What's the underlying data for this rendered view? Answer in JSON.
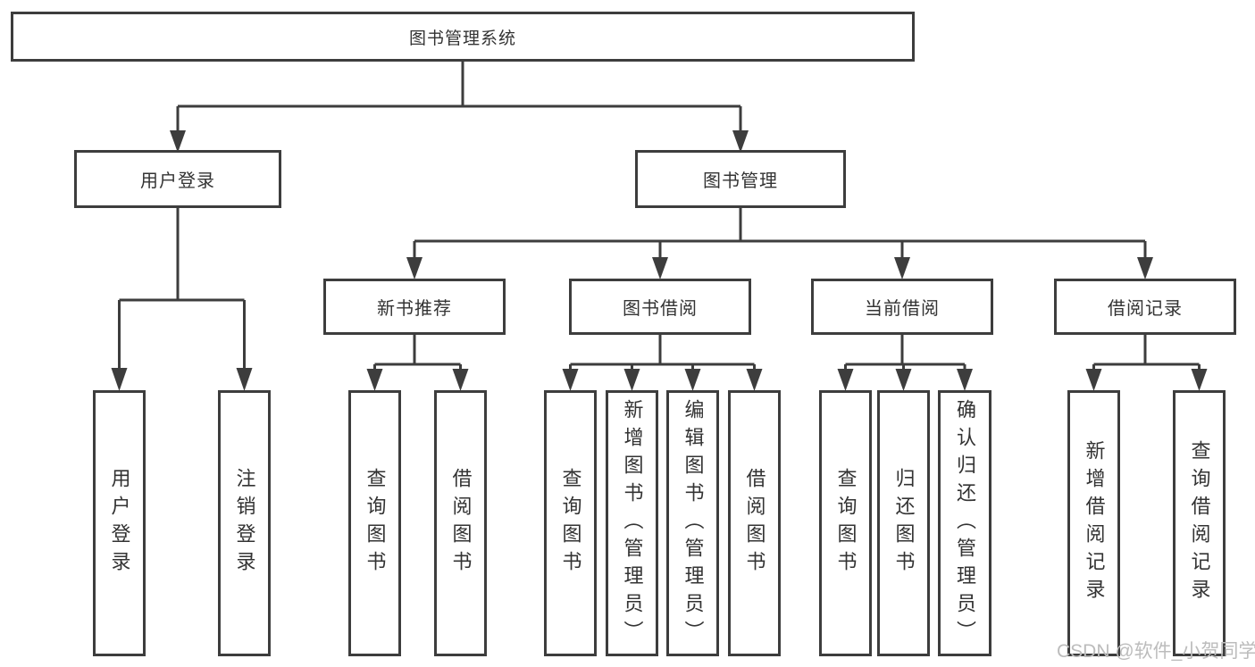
{
  "colors": {
    "line": "#3d3d3d",
    "text": "#333333",
    "watermark": "#bcbcbc",
    "background": "#ffffff"
  },
  "tree": {
    "root": "图书管理系统",
    "children": [
      {
        "label": "用户登录",
        "children": [
          "用户登录",
          "注销登录"
        ]
      },
      {
        "label": "图书管理",
        "children": [
          {
            "label": "新书推荐",
            "children": [
              "查询图书",
              "借阅图书"
            ]
          },
          {
            "label": "图书借阅",
            "children": [
              "查询图书",
              "新增图书（管理员）",
              "编辑图书（管理员）",
              "借阅图书"
            ]
          },
          {
            "label": "当前借阅",
            "children": [
              "查询图书",
              "归还图书",
              "确认归还（管理员）"
            ]
          },
          {
            "label": "借阅记录",
            "children": [
              "新增借阅记录",
              "查询借阅记录"
            ]
          }
        ]
      }
    ]
  },
  "watermark": "CSDN @软件_小贺同学"
}
